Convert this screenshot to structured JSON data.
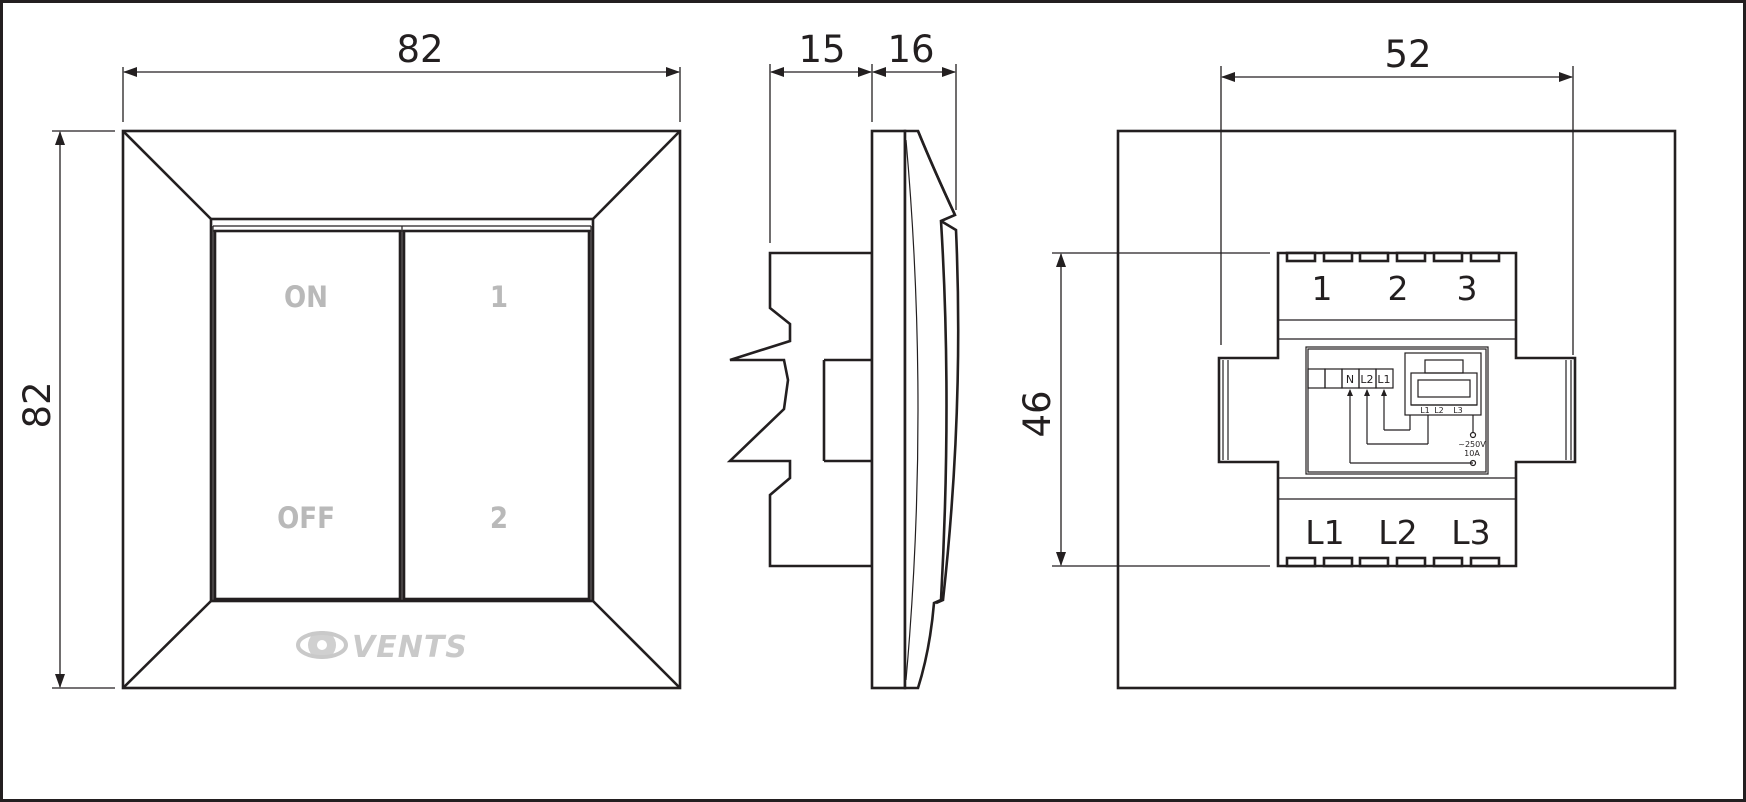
{
  "dimensions": {
    "front_width": "82",
    "front_height": "82",
    "side_body_depth": "15",
    "side_cover_depth": "16",
    "back_width": "52",
    "back_height": "46"
  },
  "front_view": {
    "left_key_top": "ON",
    "left_key_bottom": "OFF",
    "right_key_top": "1",
    "right_key_bottom": "2",
    "brand": "VENTS"
  },
  "back_view": {
    "top_terminals": [
      "1",
      "2",
      "3"
    ],
    "bottom_terminals": [
      "L1",
      "L2",
      "L3"
    ],
    "diagram_labels": [
      "N",
      "L2",
      "L1"
    ],
    "switch_labels": [
      "L1",
      "L2",
      "L3"
    ],
    "rating_voltage": "~250V",
    "rating_current": "10A"
  }
}
